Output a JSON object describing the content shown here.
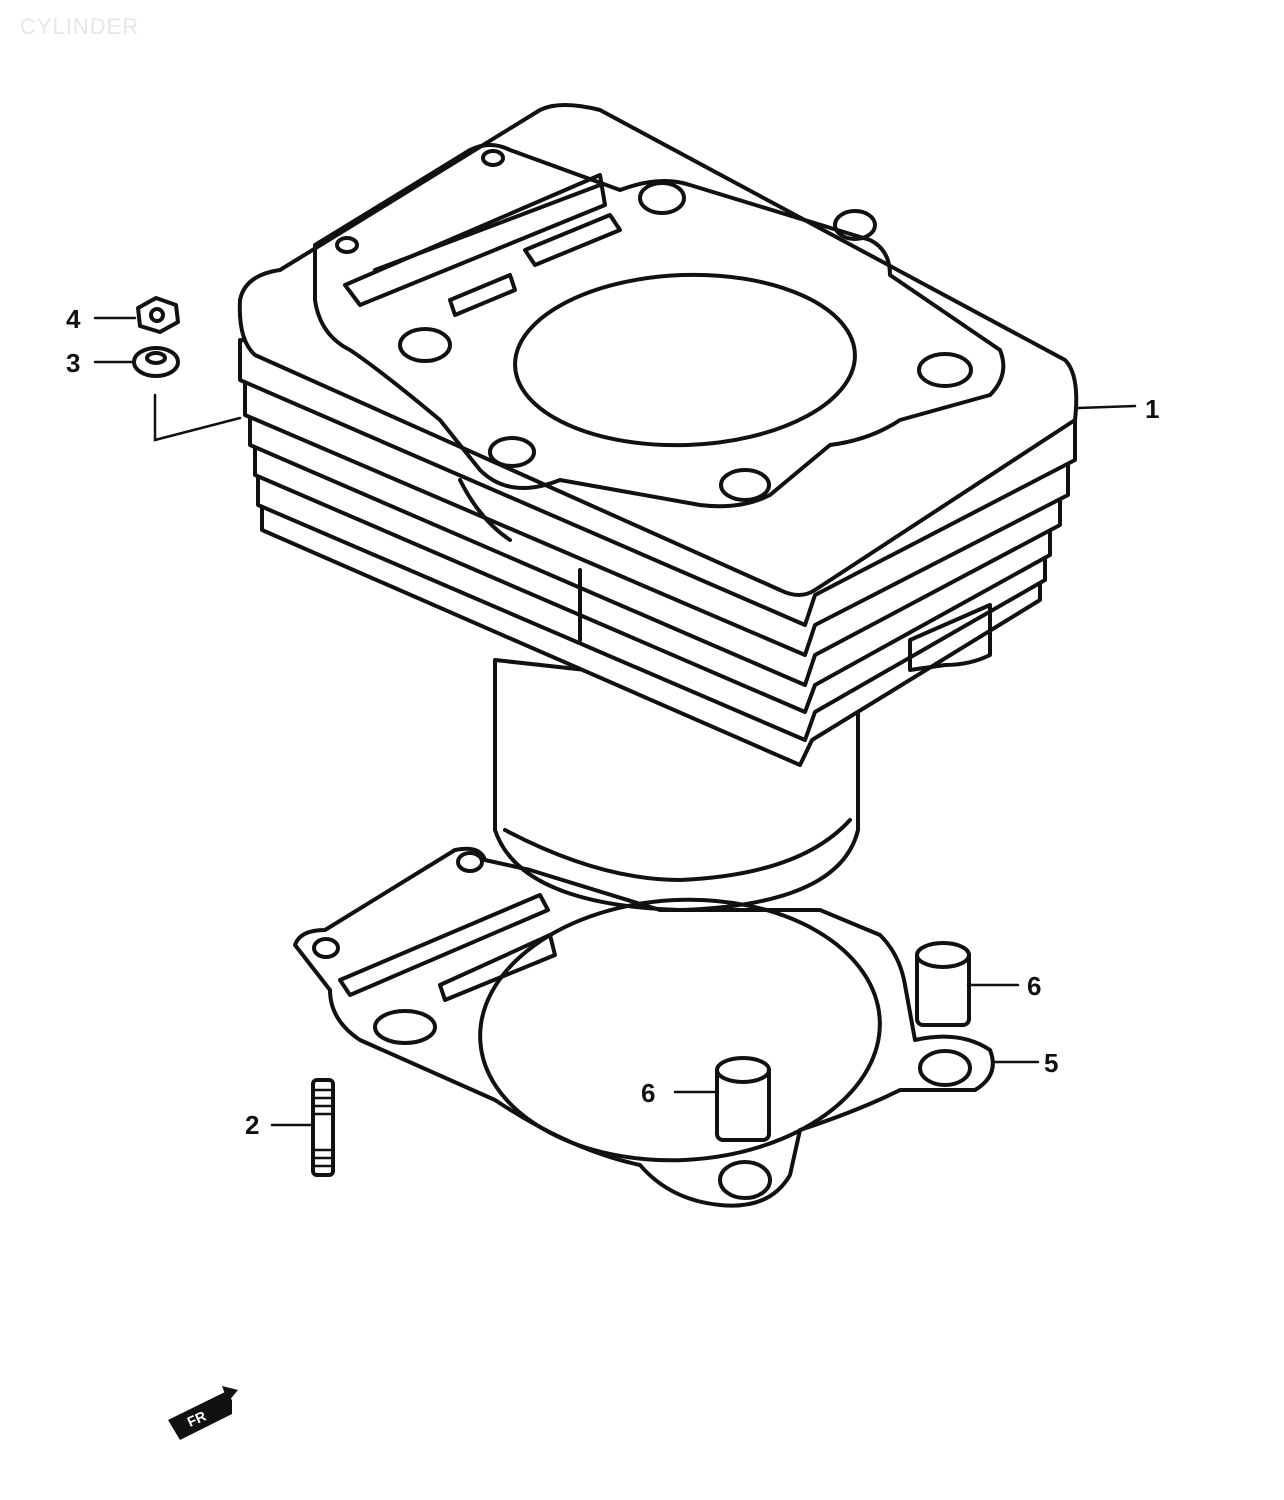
{
  "diagram": {
    "title": "CYLINDER",
    "front_marker": "FR",
    "callouts": [
      {
        "id": "callout-1",
        "label": "1"
      },
      {
        "id": "callout-2",
        "label": "2"
      },
      {
        "id": "callout-3",
        "label": "3"
      },
      {
        "id": "callout-4",
        "label": "4"
      },
      {
        "id": "callout-5",
        "label": "5"
      },
      {
        "id": "callout-6a",
        "label": "6"
      },
      {
        "id": "callout-6b",
        "label": "6"
      }
    ]
  }
}
